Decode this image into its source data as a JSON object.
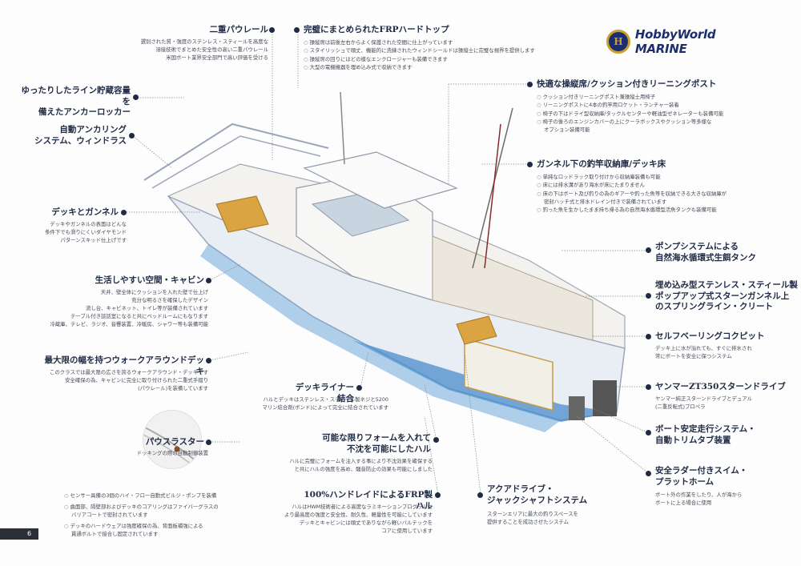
{
  "page": {
    "brand": "HobbyWorld MARINE",
    "page_number": "6"
  },
  "features": {
    "double_rail": {
      "title": "二重パウレール",
      "desc": [
        "選別された質・強度のステンレス・スティールを高度な",
        "溶接技術でまとめた安全性の高い二重パウレール",
        "米国ボート業界安全部門で高い評価を受ける"
      ]
    },
    "frp_hardtop": {
      "title": "完璧にまとめられたFRPハードトップ",
      "items": [
        "操縦席は前後左右からよく保護された空間に仕上がっています",
        "スタイリッシュで頑丈、機能的に洗練されたウィンドシールドは操縦士に完璧な視界を提供します",
        "操縦席の回りにはどの様なエンクロージャーも装備できます",
        "大型の電機機器を埋め込み式で収納できます"
      ]
    },
    "anchor_locker": {
      "title": [
        "ゆったりしたライン貯蔵容量を",
        "備えたアンカーロッカー"
      ]
    },
    "auto_anchoring": {
      "title": [
        "自動アンカリング",
        "システム、ウィンドラス"
      ]
    },
    "deck_gunwale": {
      "title": "デッキとガンネル",
      "desc": [
        "デッキやガンネルの表面はどんな",
        "条件下でも滑りにくいダイヤモンド",
        "パターンスキッド仕上げです"
      ]
    },
    "cabin": {
      "title": "生活しやすい空間・キャビン",
      "desc": [
        "天井、壁全体にクッションを入れた壁で仕上げ",
        "充分な明るさを確保したデザイン",
        "流し台、キャビネット、トイレ等が装備されています",
        "テーブル付き談話室になると共にベッドルームにもなります",
        "冷蔵庫、テレビ、ラジオ、音響装置、冷暖房、シャワー等も装備可能"
      ]
    },
    "walkaround": {
      "title": "最大限の幅を持つウォークアラウンドデッキ",
      "desc": [
        "このクラスでは最大限の広さを誇るウォークアラウンド・デッキです",
        "安全確保の為、キャビンに完全に取り付けられた二重式手摺り",
        "(パウレール)を装備しています"
      ]
    },
    "bow_thruster": {
      "title": "パウスラスター",
      "desc": "ドッキングの際の自動制御装置"
    },
    "bottom_notes": [
      "センサー具備の3個のハイ・フロー自動式ビルジ・ポンプを装備",
      "曲面部、隔壁部およびデッキのコアリングはファイバーグラスの",
      "バリアコートで密封されています",
      "デッキのハードウェアは強度確保の為、背面板補強による",
      "貫通ボルトで接合し固定されています"
    ],
    "deck_liner": {
      "title": "デッキライナー結合",
      "desc": [
        "ハルとデッキはステンレス・スティール製ネジと5200",
        "マリン結合剤(ボンド)によって完全に結合されています"
      ]
    },
    "unsinkable": {
      "title": [
        "可能な限りフォームを入れて",
        "不沈を可能にしたハル"
      ],
      "desc": [
        "ハルに完璧にフォームを注入する事により不沈効果を確保する",
        "と共にハルの強度を高め、騒音防止の効果も可能にしました"
      ]
    },
    "handlaid": {
      "title": "100%ハンドレイドによるFRP製ハル",
      "desc": [
        "ハルはHWM技術者による高度なラミネーションプログラムに",
        "より最高度の強度と安全性、耐久性、軽量性を可能にしています",
        "デッキとキャビンには頑丈でありながら軽いバルテックを",
        "コアに使用しています"
      ]
    },
    "aqua_drive": {
      "title": [
        "アクアドライブ・",
        "ジャックシャフトシステム"
      ],
      "desc": [
        "スターンエリアに最大の釣りスペースを",
        "提供することを成功させたシステム"
      ]
    },
    "helm_seat": {
      "title": "快適な操縦席/クッション付きリーニングポスト",
      "items": [
        "クッション付きリーニングポスト兼操縦士用椅子",
        "リーニングポストに4本の釣竿用ロケット・ランチャー装着",
        "椅子の下はドライ型収納庫/タックルセンターや軽油型ゼネレーターも装備可能",
        "椅子の後ろのエンジンカバーの上にクーラボックスやクッション等多様な",
        "オプション装備可能"
      ]
    },
    "rod_storage": {
      "title": "ガンネル下の釣竿収納庫/デッキ床",
      "items": [
        "単純なロッドラック取り付けから収納庫装備も可能",
        "床には排水溝があり海水が床にたまりません",
        "床の下はボート及び釣りの為のギアーや釣った魚等を収納できる大きな収納庫が",
        "密封ハッチ式と排水ドレイン付きで装備されています",
        "釣った魚を生かしたまま持ち帰る為の自然海水循環型活魚タンクも装備可能"
      ]
    },
    "pump": {
      "title": [
        "ポンプシステムによる",
        "自然海水循環式生餌タンク"
      ]
    },
    "rod_holder": {
      "title": [
        "埋め込み型ステンレス・スティール製",
        "ポップアップ式スターンガンネル上",
        "のスプリングライン・クリート"
      ]
    },
    "self_bailing": {
      "title": "セルフベーリングコクピット",
      "desc": [
        "デッキ上に水が溢れても、すぐに排水され",
        "常にボートを安全に保つシステム"
      ]
    },
    "yanmar": {
      "title": "ヤンマーZT350スターンドライブ",
      "desc": [
        "ヤンマー純正スターンドライブとデュアル",
        "(二重反転式)プロペラ"
      ]
    },
    "trim": {
      "title": [
        "ボート安定走行システム・",
        "自動トリムタブ装置"
      ]
    },
    "swim_platform": {
      "title": [
        "安全ラダー付きスイム・",
        "プラットホーム"
      ],
      "desc": [
        "ボート外の作業をしたり、人が海から",
        "ボートに上る場合に使用"
      ]
    }
  }
}
